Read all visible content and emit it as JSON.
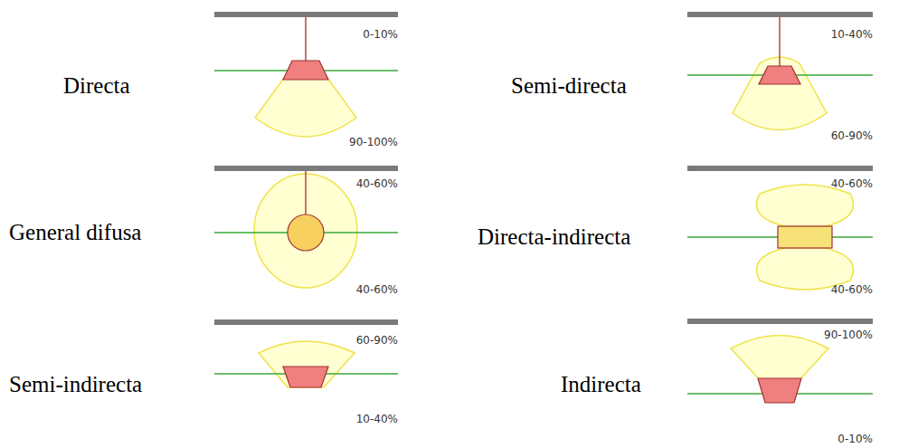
{
  "diagram": {
    "labels": [
      "Directa",
      "0-10%",
      "90-100%",
      "Semi-directa",
      "10-40%",
      "60-90%",
      "General difusa",
      "40-60%",
      "40-60%",
      "Directa-indirecta",
      "40-60%",
      "40-60%",
      "Semi-indirecta",
      "60-90%",
      "10-40%",
      "Indirecta",
      "90-100%",
      "0-10%"
    ]
  }
}
